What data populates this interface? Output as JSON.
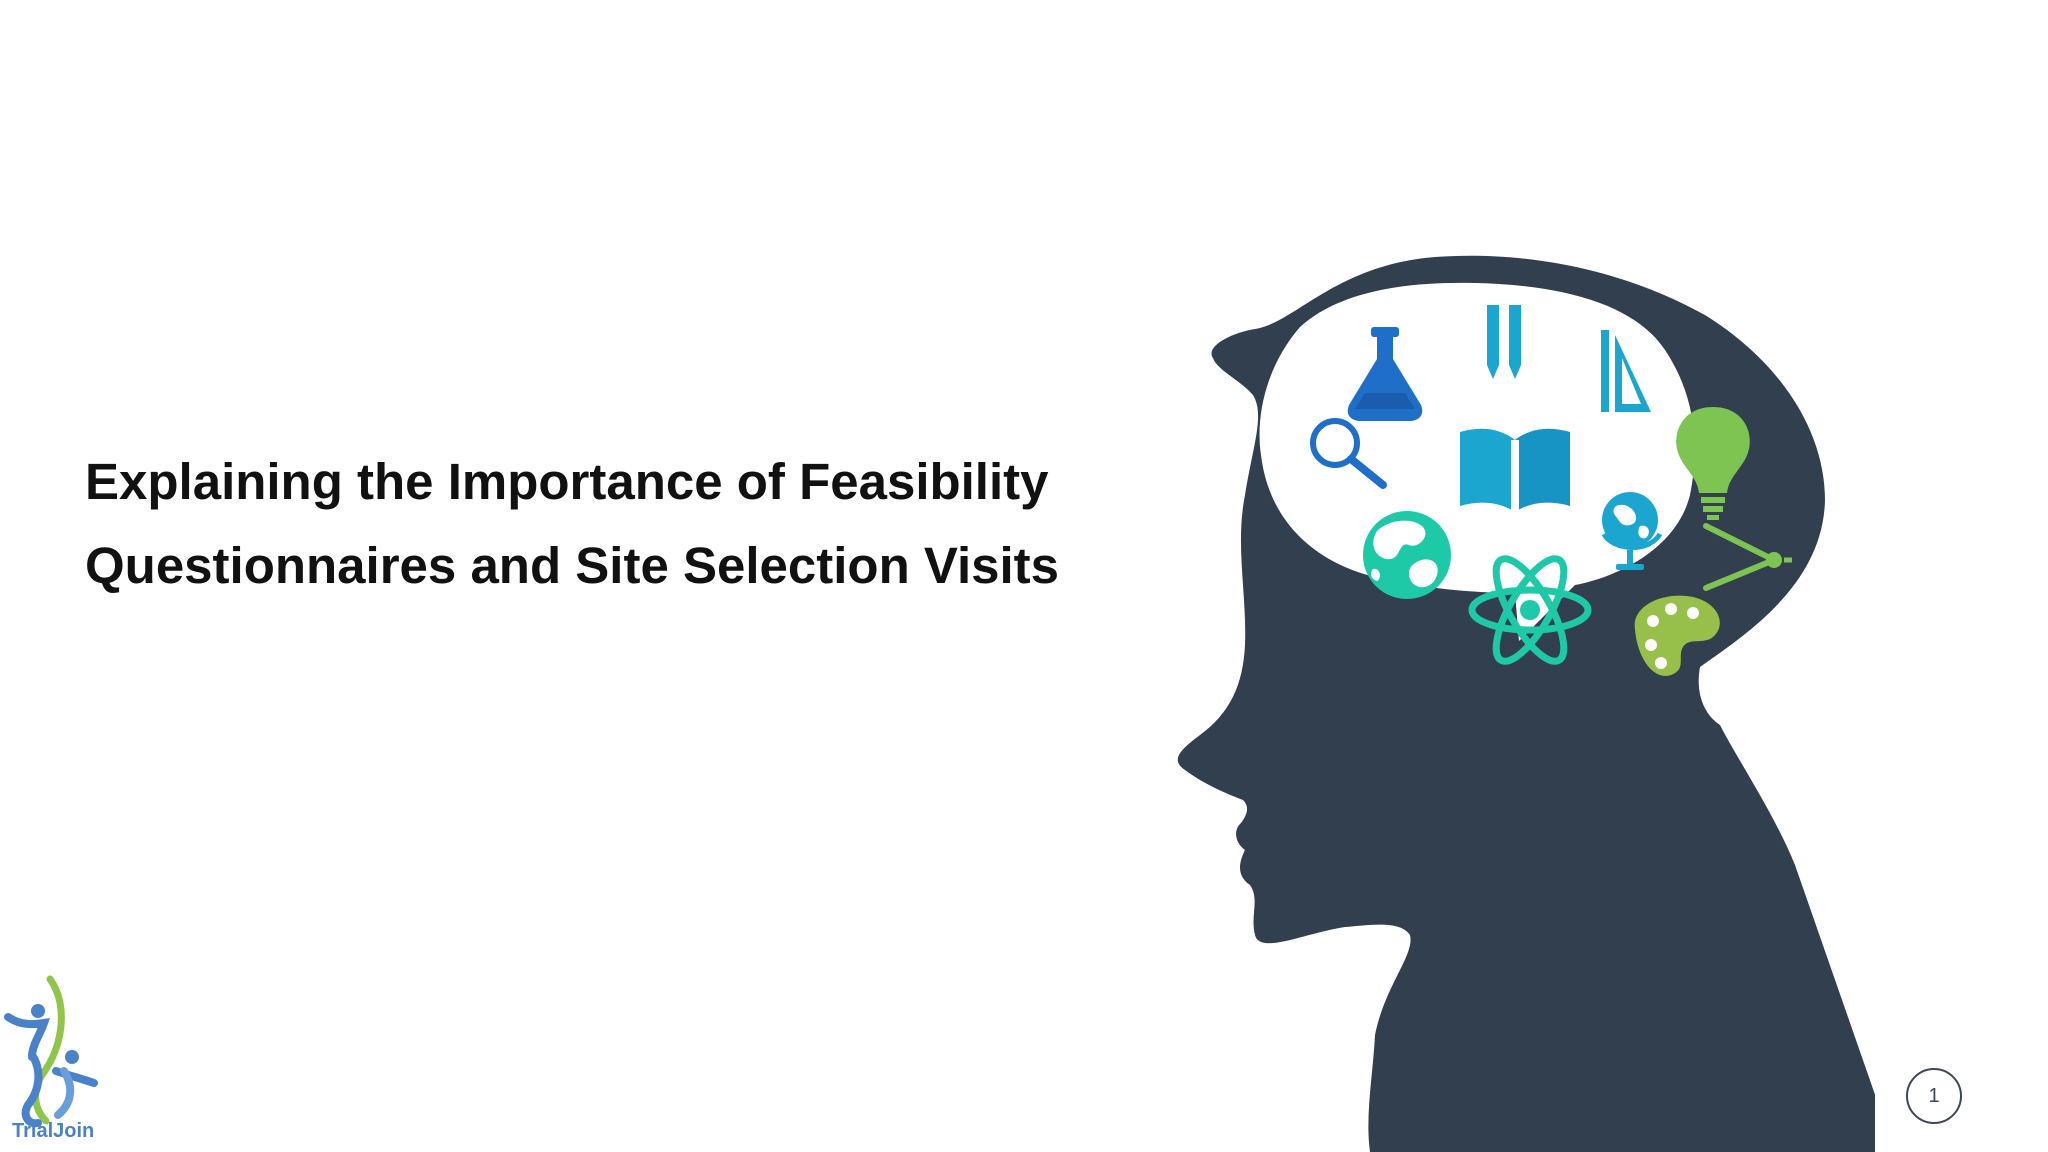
{
  "slide": {
    "title_line1": "Explaining the Importance of Feasibility",
    "title_line2": "Questionnaires and Site Selection Visits",
    "page_number": "1"
  },
  "logo": {
    "text": "TrialJoin"
  },
  "illustration": {
    "subject": "head-silhouette-with-brain-icons",
    "icons": [
      "flask-icon",
      "pencils-icon",
      "ruler-triangle-icon",
      "magnifier-icon",
      "book-icon",
      "lightbulb-icon",
      "globe-stand-icon",
      "earth-icon",
      "atom-icon",
      "compass-icon",
      "palette-icon"
    ]
  },
  "colors": {
    "silhouette": "#323f4f",
    "blue": "#1f6fc9",
    "cyan": "#1aa6cf",
    "teal": "#1ec9a8",
    "green": "#7dc452",
    "logo_blue": "#4a82c9",
    "logo_green": "#8fc64a"
  }
}
